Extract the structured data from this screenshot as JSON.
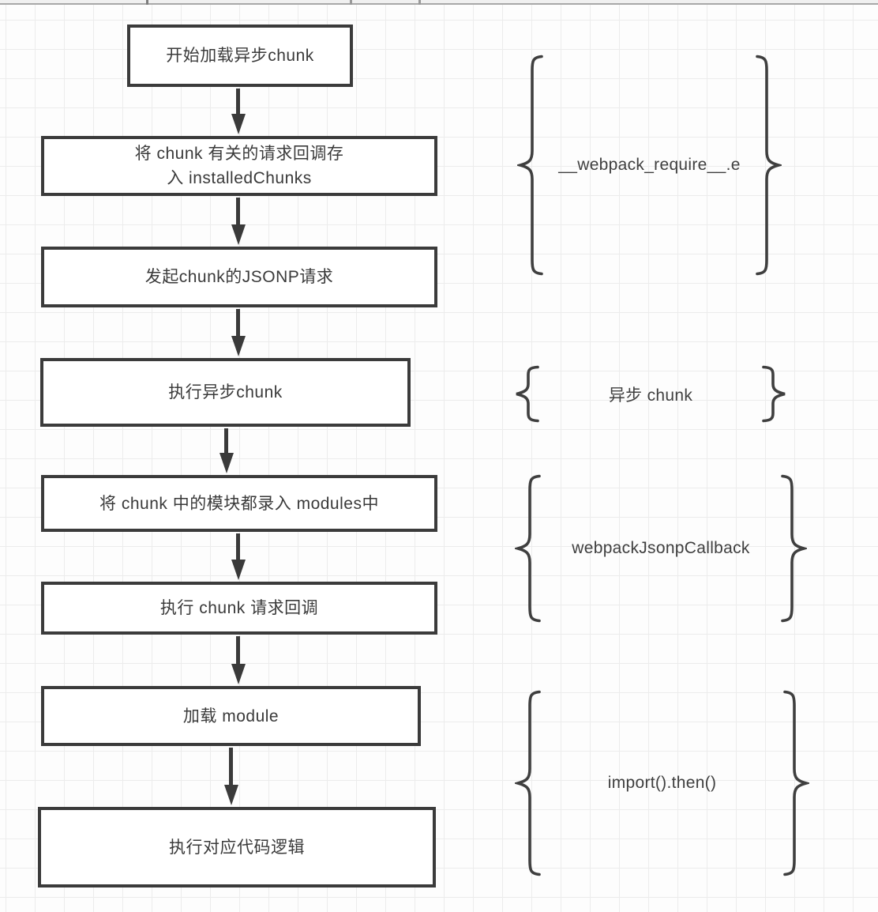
{
  "diagram": {
    "title_hint": "webpack async chunk loading flow",
    "colors": {
      "background": "#fdfdfd",
      "grid_line": "#ececec",
      "box_border": "#3b3b3b",
      "box_fill": "#ffffff",
      "text": "#3a3a3a",
      "arrow": "#3a3a3a",
      "brace": "#3f3f3f",
      "top_strip": "#f0f0f0",
      "top_strip_line": "#a8a8a8"
    }
  },
  "flow": {
    "steps": [
      {
        "id": "start-load-async-chunk",
        "lines": [
          "开始加载异步chunk"
        ]
      },
      {
        "id": "store-chunk-callbacks",
        "lines": [
          "将 chunk 有关的请求回调存",
          "入 installedChunks"
        ]
      },
      {
        "id": "send-jsonp-request",
        "lines": [
          "发起chunk的JSONP请求"
        ]
      },
      {
        "id": "execute-async-chunk",
        "lines": [
          "执行异步chunk"
        ]
      },
      {
        "id": "register-chunk-modules",
        "lines": [
          "将 chunk 中的模块都录入 modules中"
        ]
      },
      {
        "id": "execute-chunk-callback",
        "lines": [
          "执行 chunk 请求回调"
        ]
      },
      {
        "id": "load-module",
        "lines": [
          "加载 module"
        ]
      },
      {
        "id": "execute-code-logic",
        "lines": [
          "执行对应代码逻辑"
        ]
      }
    ]
  },
  "annotations": [
    {
      "id": "webpack-require-e",
      "label": "__webpack_require__.e"
    },
    {
      "id": "async-chunk",
      "label": "异步 chunk"
    },
    {
      "id": "webpack-jsonp-callback",
      "label": "webpackJsonpCallback"
    },
    {
      "id": "import-then",
      "label": "import().then()"
    }
  ]
}
